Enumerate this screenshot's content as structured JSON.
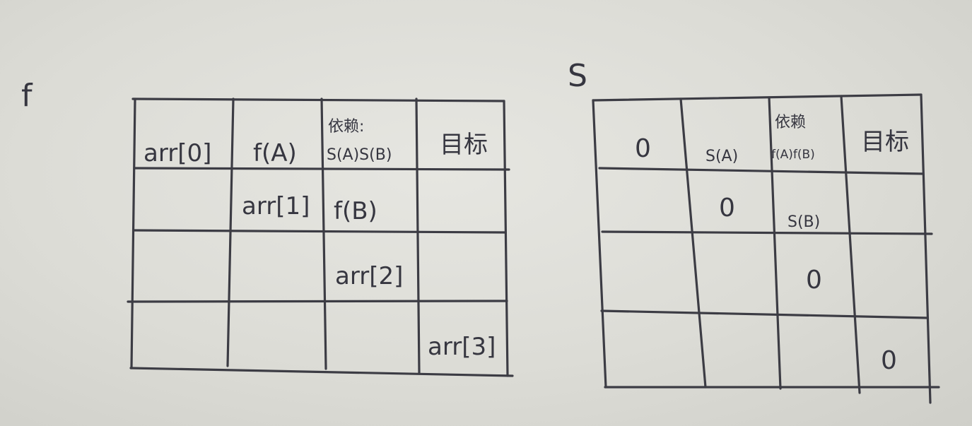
{
  "f_table": {
    "label": "f",
    "header": {
      "c0": "arr[0]",
      "c1": "f(A)",
      "c2_top": "依赖:",
      "c2_bottom": "S(A)S(B)",
      "c3": "目标"
    },
    "row1": {
      "c1": "arr[1]",
      "c2": "f(B)"
    },
    "row2": {
      "c2": "arr[2]"
    },
    "row3": {
      "c3": "arr[3]"
    }
  },
  "s_table": {
    "label": "S",
    "header": {
      "c0": "0",
      "c1": "S(A)",
      "c2_top": "依赖",
      "c2_bottom": "f(A)f(B)",
      "c3": "目标"
    },
    "row1": {
      "c1": "0",
      "c2": "S(B)"
    },
    "row2": {
      "c2": "0"
    },
    "row3": {
      "c3": "0"
    }
  }
}
